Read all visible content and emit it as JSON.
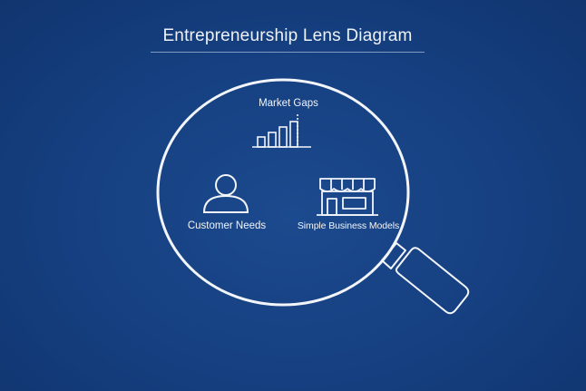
{
  "diagram": {
    "title": "Entrepreneurship Lens Diagram",
    "colors": {
      "background": "#153f80",
      "foreground": "#f2f5fa"
    },
    "lens": {
      "icon": "magnifying-glass-icon",
      "items": [
        {
          "label": "Market Gaps",
          "icon": "bar-chart-icon"
        },
        {
          "label": "Customer Needs",
          "icon": "person-icon"
        },
        {
          "label": "Simple Business Models",
          "icon": "storefront-icon"
        }
      ]
    }
  }
}
